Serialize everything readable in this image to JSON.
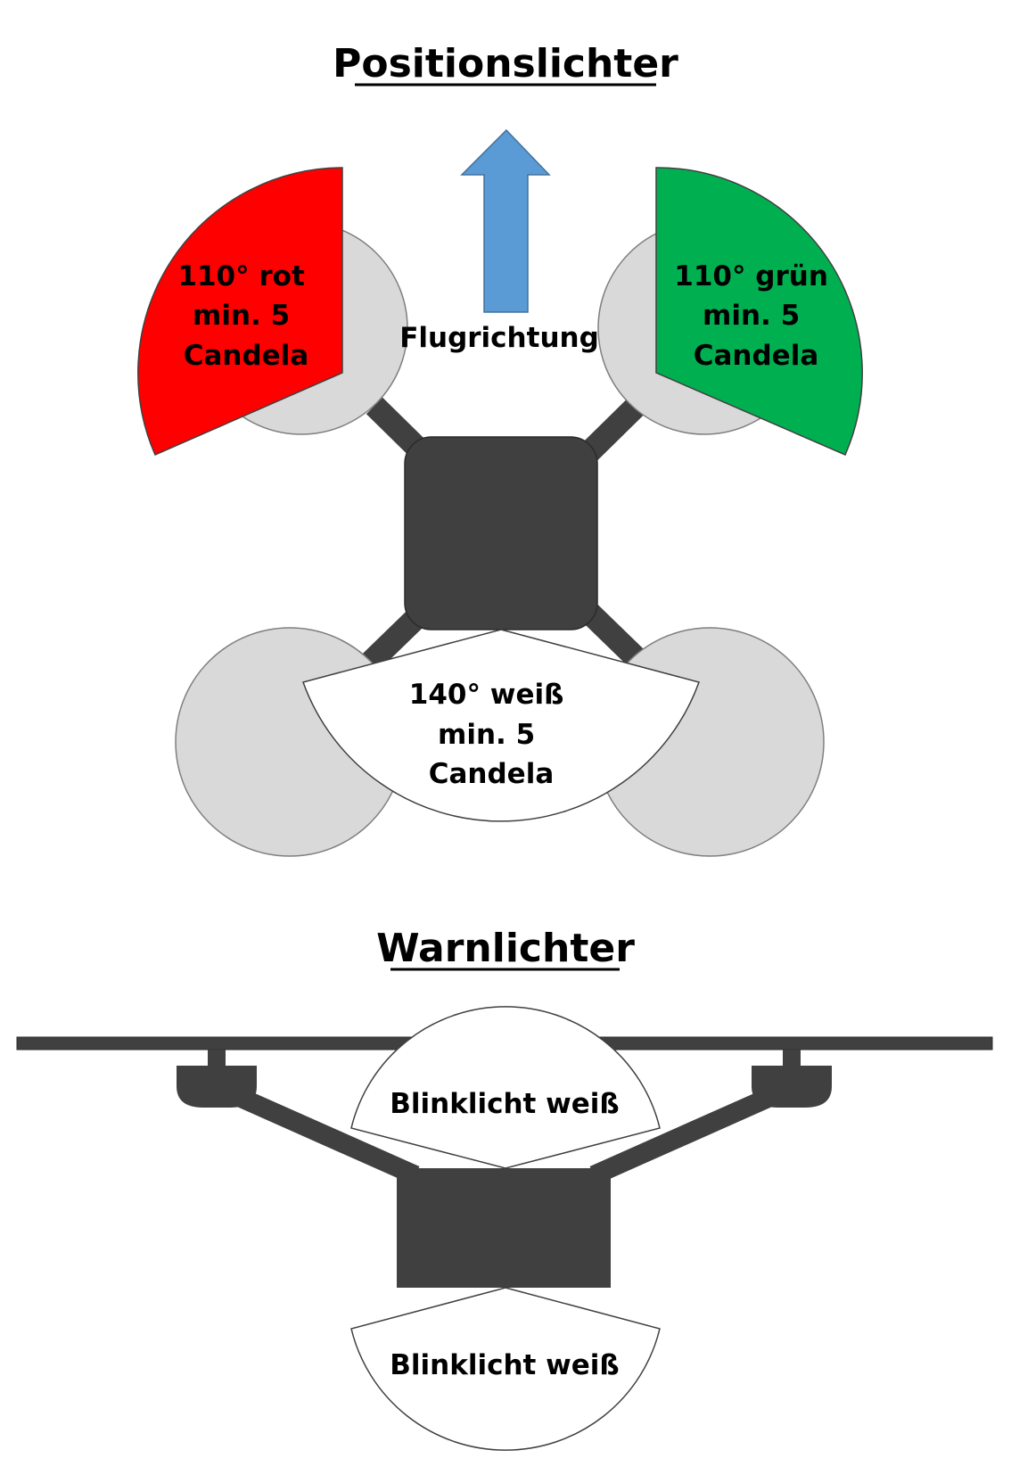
{
  "positionslichter": {
    "title": "Positionslichter",
    "flight_direction": "Flugrichtung",
    "red_light": {
      "line1": "110° rot",
      "line2": "min. 5",
      "line3": "Candela",
      "color": "#ff0000"
    },
    "green_light": {
      "line1": "110° grün",
      "line2": "min. 5",
      "line3": "Candela",
      "color": "#00b050"
    },
    "white_light": {
      "line1": "140° weiß",
      "line2": "min. 5",
      "line3": "Candela",
      "color": "#ffffff"
    },
    "arrow_color": "#5b9bd5",
    "rotor_color": "#d9d9d9",
    "body_color": "#404040"
  },
  "warnlichter": {
    "title": "Warnlichter",
    "top_beacon": "Blinklicht weiß",
    "bottom_beacon": "Blinklicht weiß",
    "body_color": "#404040"
  }
}
